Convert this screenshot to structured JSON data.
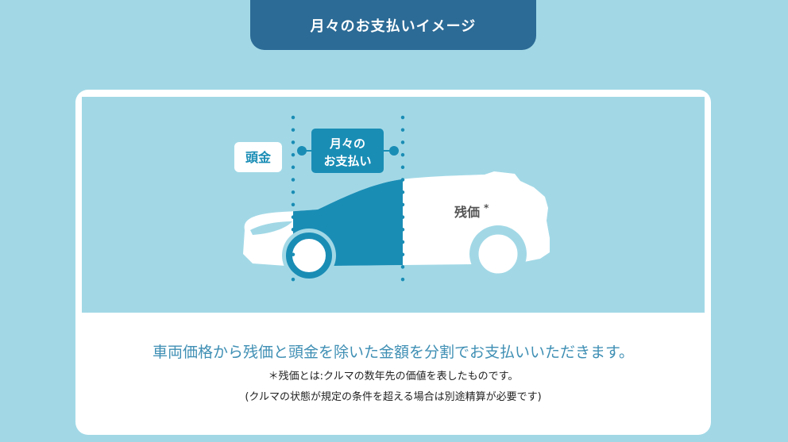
{
  "header": {
    "title": "月々のお支払いイメージ"
  },
  "diagram": {
    "down_payment_label": "頭金",
    "monthly_label_line1": "月々の",
    "monthly_label_line2": "お支払い",
    "residual_label": "残価",
    "residual_mark": "*",
    "colors": {
      "accent": "#1a8db5",
      "background": "#a2d8e6",
      "header": "#2c6b96"
    }
  },
  "description": {
    "lead": "車両価格から残価と頭金を除いた金額を分割でお支払いいただきます。",
    "note1": "＊残価とは:クルマの数年先の価値を表したものです。",
    "note2": "(クルマの状態が規定の条件を超える場合は別途精算が必要です)"
  }
}
